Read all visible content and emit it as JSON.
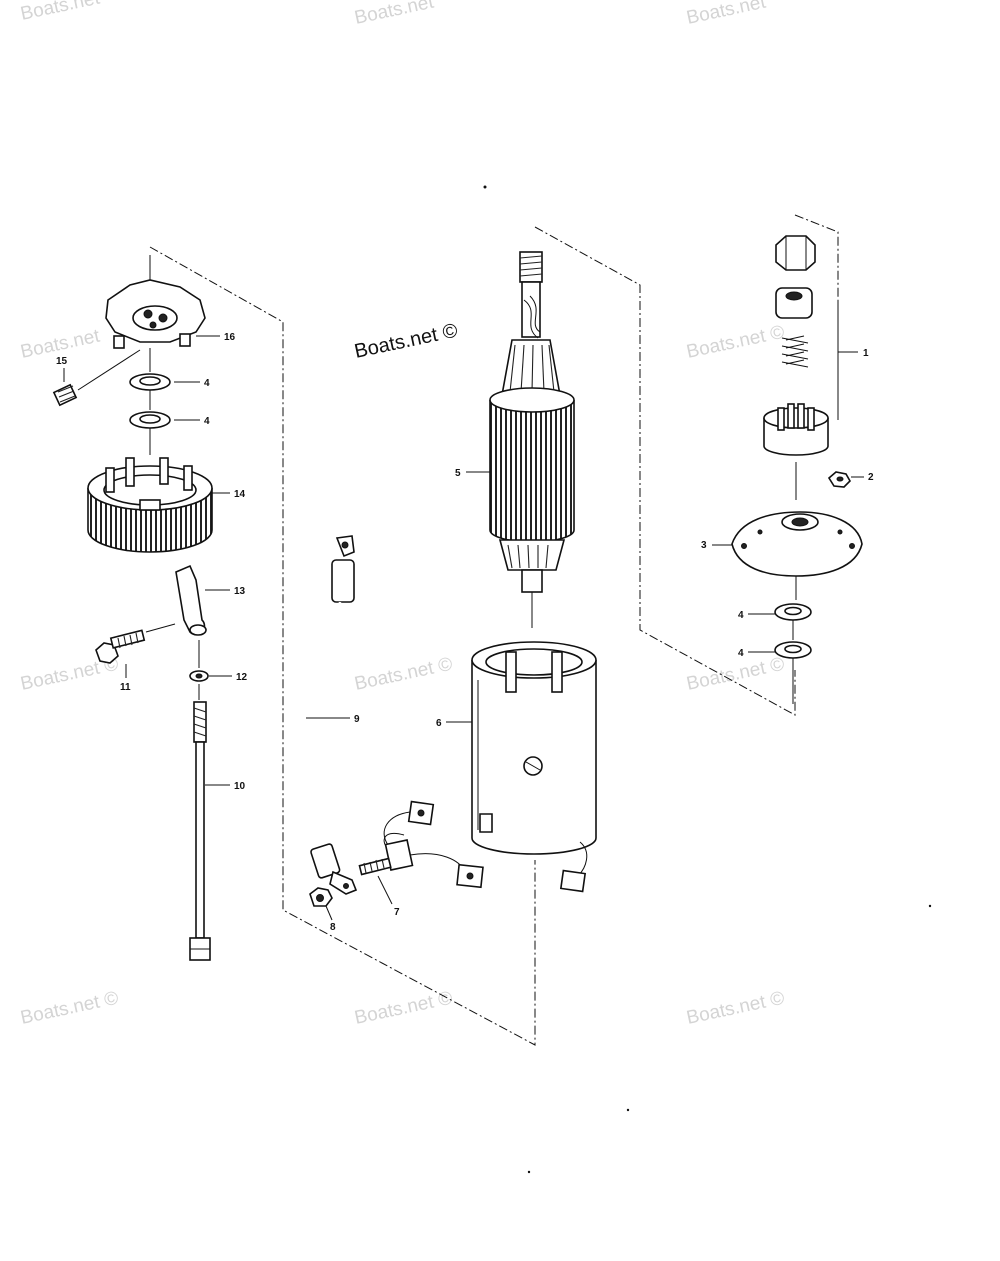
{
  "diagram": {
    "watermark_text": "Boats.net",
    "watermark_main_text": "Boats.net ©",
    "watermark_repeat_text": "Boats.net ©",
    "callouts": {
      "c1": "1",
      "c2": "2",
      "c3": "3",
      "c4a": "4",
      "c4b": "4",
      "c4c": "4",
      "c4d": "4",
      "c5": "5",
      "c6": "6",
      "c7": "7",
      "c8": "8",
      "c9": "9",
      "c10": "10",
      "c11": "11",
      "c12": "12",
      "c13": "13",
      "c14": "14",
      "c15": "15",
      "c16": "16"
    }
  }
}
